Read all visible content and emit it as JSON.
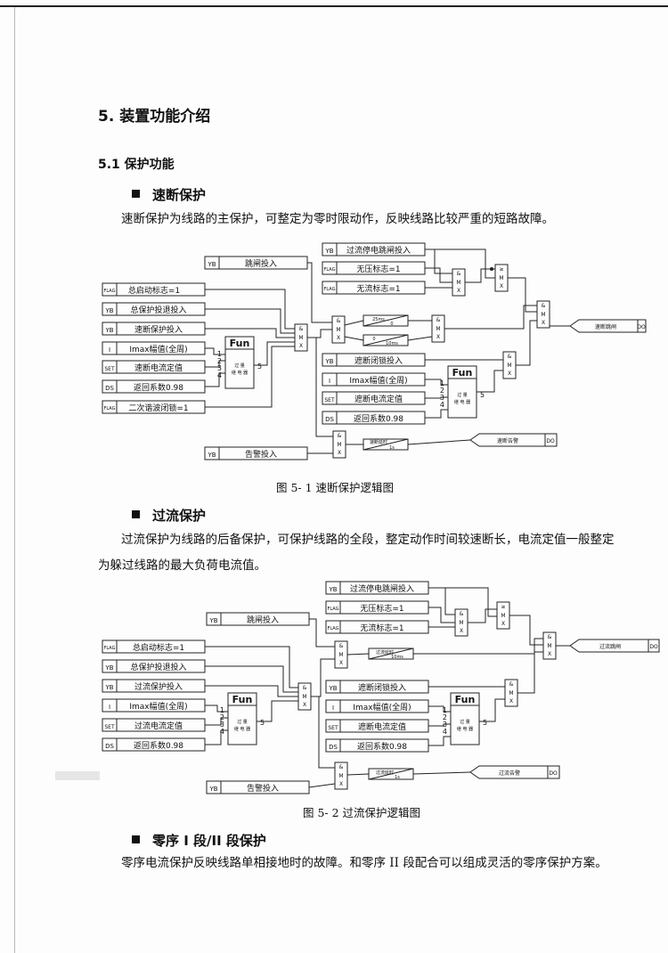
{
  "section": {
    "title": "5.  装置功能介绍"
  },
  "subsection": {
    "title": "5.1 保护功能"
  },
  "quick_break": {
    "heading": "速断保护",
    "text": "速断保护为线路的主保护，可整定为零时限动作，反映线路比较严重的短路故障。",
    "caption": "图 5- 1 速断保护逻辑图"
  },
  "overcurrent": {
    "heading": "过流保护",
    "text_line1": "过流保护为线路的后备保护，可保护线路的全段，整定动作时间较速断长，电流定值一般整定",
    "text_line2": "为躲过线路的最大负荷电流值。",
    "caption": "图 5- 2 过流保护逻辑图"
  },
  "zero_seq": {
    "heading": "零序 I 段/II 段保护",
    "text": "零序电流保护反映线路单相接地时的故障。和零序 II 段配合可以组成灵活的零序保护方案。"
  },
  "diagram1": {
    "yb_trip": {
      "tag": "YB",
      "label": "跳闸投入"
    },
    "flag_start": {
      "tag": "FLAG",
      "label": "总启动标志=1"
    },
    "yb_total": {
      "tag": "YB",
      "label": "总保护投退投入"
    },
    "yb_quick": {
      "tag": "YB",
      "label": "速断保护投入"
    },
    "i_imax": {
      "tag": "I",
      "label": "Imax幅值(全周)"
    },
    "set_quick": {
      "tag": "SET",
      "label": "速断电流定值"
    },
    "ds_return": {
      "tag": "DS",
      "label": "返回系数0.98"
    },
    "flag_harm": {
      "tag": "FLAG",
      "label": "二次谐波闭锁=1"
    },
    "yb_alarm": {
      "tag": "YB",
      "label": "告警投入"
    },
    "yb_stop": {
      "tag": "YB",
      "label": "过流停电跳闸投入"
    },
    "flag_novolt": {
      "tag": "FLAG",
      "label": "无压标志=1"
    },
    "flag_nocurr": {
      "tag": "FLAG",
      "label": "无流标志=1"
    },
    "yb_lock": {
      "tag": "YB",
      "label": "遮断闭锁投入"
    },
    "i_imax2": {
      "tag": "I",
      "label": "Imax幅值(全周)"
    },
    "set_break": {
      "tag": "SET",
      "label": "遮断电流定值"
    },
    "ds_return2": {
      "tag": "DS",
      "label": "返回系数0.98"
    },
    "fun1": {
      "title": "Fun",
      "sub1": "过 量",
      "sub2": "继 电 器",
      "pins": [
        "1",
        "2",
        "3",
        "4"
      ],
      "out": "5"
    },
    "fun2": {
      "title": "Fun",
      "sub1": "过 量",
      "sub2": "继 电 器",
      "pins": [
        "1",
        "2",
        "3",
        "4"
      ],
      "out": "5"
    },
    "timer1": {
      "top": "25ms",
      "bot": "0"
    },
    "timer2": {
      "top": "0",
      "bot": "10ms"
    },
    "timer3": {
      "top": "速断延时",
      "bot": "1s"
    },
    "out_trip": {
      "label": "速断跳闸",
      "tag": "DO"
    },
    "out_alarm": {
      "label": "速断告警",
      "tag": "DO"
    },
    "gate_and": "&",
    "gate_ge": "≥",
    "gate_m": "M",
    "gate_x": "X"
  },
  "diagram2": {
    "yb_stop": {
      "tag": "YB",
      "label": "过流停电跳闸投入"
    },
    "yb_trip": {
      "tag": "YB",
      "label": "跳闸投入"
    },
    "flag_novolt": {
      "tag": "FLAG",
      "label": "无压标志=1"
    },
    "flag_nocurr": {
      "tag": "FLAG",
      "label": "无流标志=1"
    },
    "flag_start": {
      "tag": "FLAG",
      "label": "总启动标志=1"
    },
    "yb_total": {
      "tag": "YB",
      "label": "总保护投退投入"
    },
    "yb_over": {
      "tag": "YB",
      "label": "过流保护投入"
    },
    "i_imax": {
      "tag": "I",
      "label": "Imax幅值(全周)"
    },
    "set_over": {
      "tag": "SET",
      "label": "过流电流定值"
    },
    "ds_return": {
      "tag": "DS",
      "label": "返回系数0.98"
    },
    "yb_lock": {
      "tag": "YB",
      "label": "遮断闭锁投入"
    },
    "i_imax2": {
      "tag": "I",
      "label": "Imax幅值(全周)"
    },
    "set_break": {
      "tag": "SET",
      "label": "遮断电流定值"
    },
    "ds_return2": {
      "tag": "DS",
      "label": "返回系数0.98"
    },
    "yb_alarm": {
      "tag": "YB",
      "label": "告警投入"
    },
    "fun1": {
      "title": "Fun",
      "sub1": "过 量",
      "sub2": "继 电 器",
      "pins": [
        "1",
        "2",
        "3",
        "4"
      ],
      "out": "5"
    },
    "fun2": {
      "title": "Fun",
      "sub1": "过 量",
      "sub2": "继 电 器",
      "pins": [
        "1",
        "2",
        "3",
        "4"
      ],
      "out": "5"
    },
    "timer1": {
      "top": "过流延时",
      "bot": "10ms"
    },
    "timer2": {
      "top": "过流延时",
      "bot": "1s"
    },
    "out_trip": {
      "label": "过流跳闸",
      "tag": "DO"
    },
    "out_alarm": {
      "label": "过流告警",
      "tag": "DO"
    },
    "gate_and": "&",
    "gate_ge": "≥",
    "gate_m": "M",
    "gate_x": "X"
  }
}
